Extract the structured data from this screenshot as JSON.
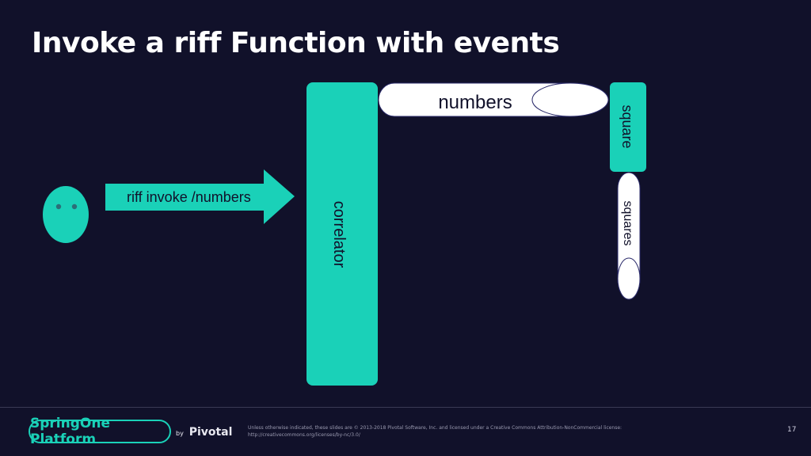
{
  "slide": {
    "title": "Invoke a riff Function with events",
    "page_number": "17"
  },
  "diagram": {
    "arrow_label": "riff invoke /numbers",
    "correlator_label": "correlator",
    "numbers_topic_label": "numbers",
    "square_function_label": "square",
    "squares_topic_label": "squares"
  },
  "footer": {
    "brand": "SpringOne Platform",
    "by": "by",
    "company": "Pivotal",
    "license_line1": "Unless otherwise indicated, these slides are © 2013-2018 Pivotal Software, Inc. and licensed under a Creative Commons Attribution-NonCommercial license:",
    "license_line2": "http://creativecommons.org/licenses/by-nc/3.0/"
  },
  "colors": {
    "background": "#11112a",
    "accent": "#1ad1b8",
    "topic_fill": "#ffffff",
    "topic_stroke": "#2a2a6a"
  }
}
